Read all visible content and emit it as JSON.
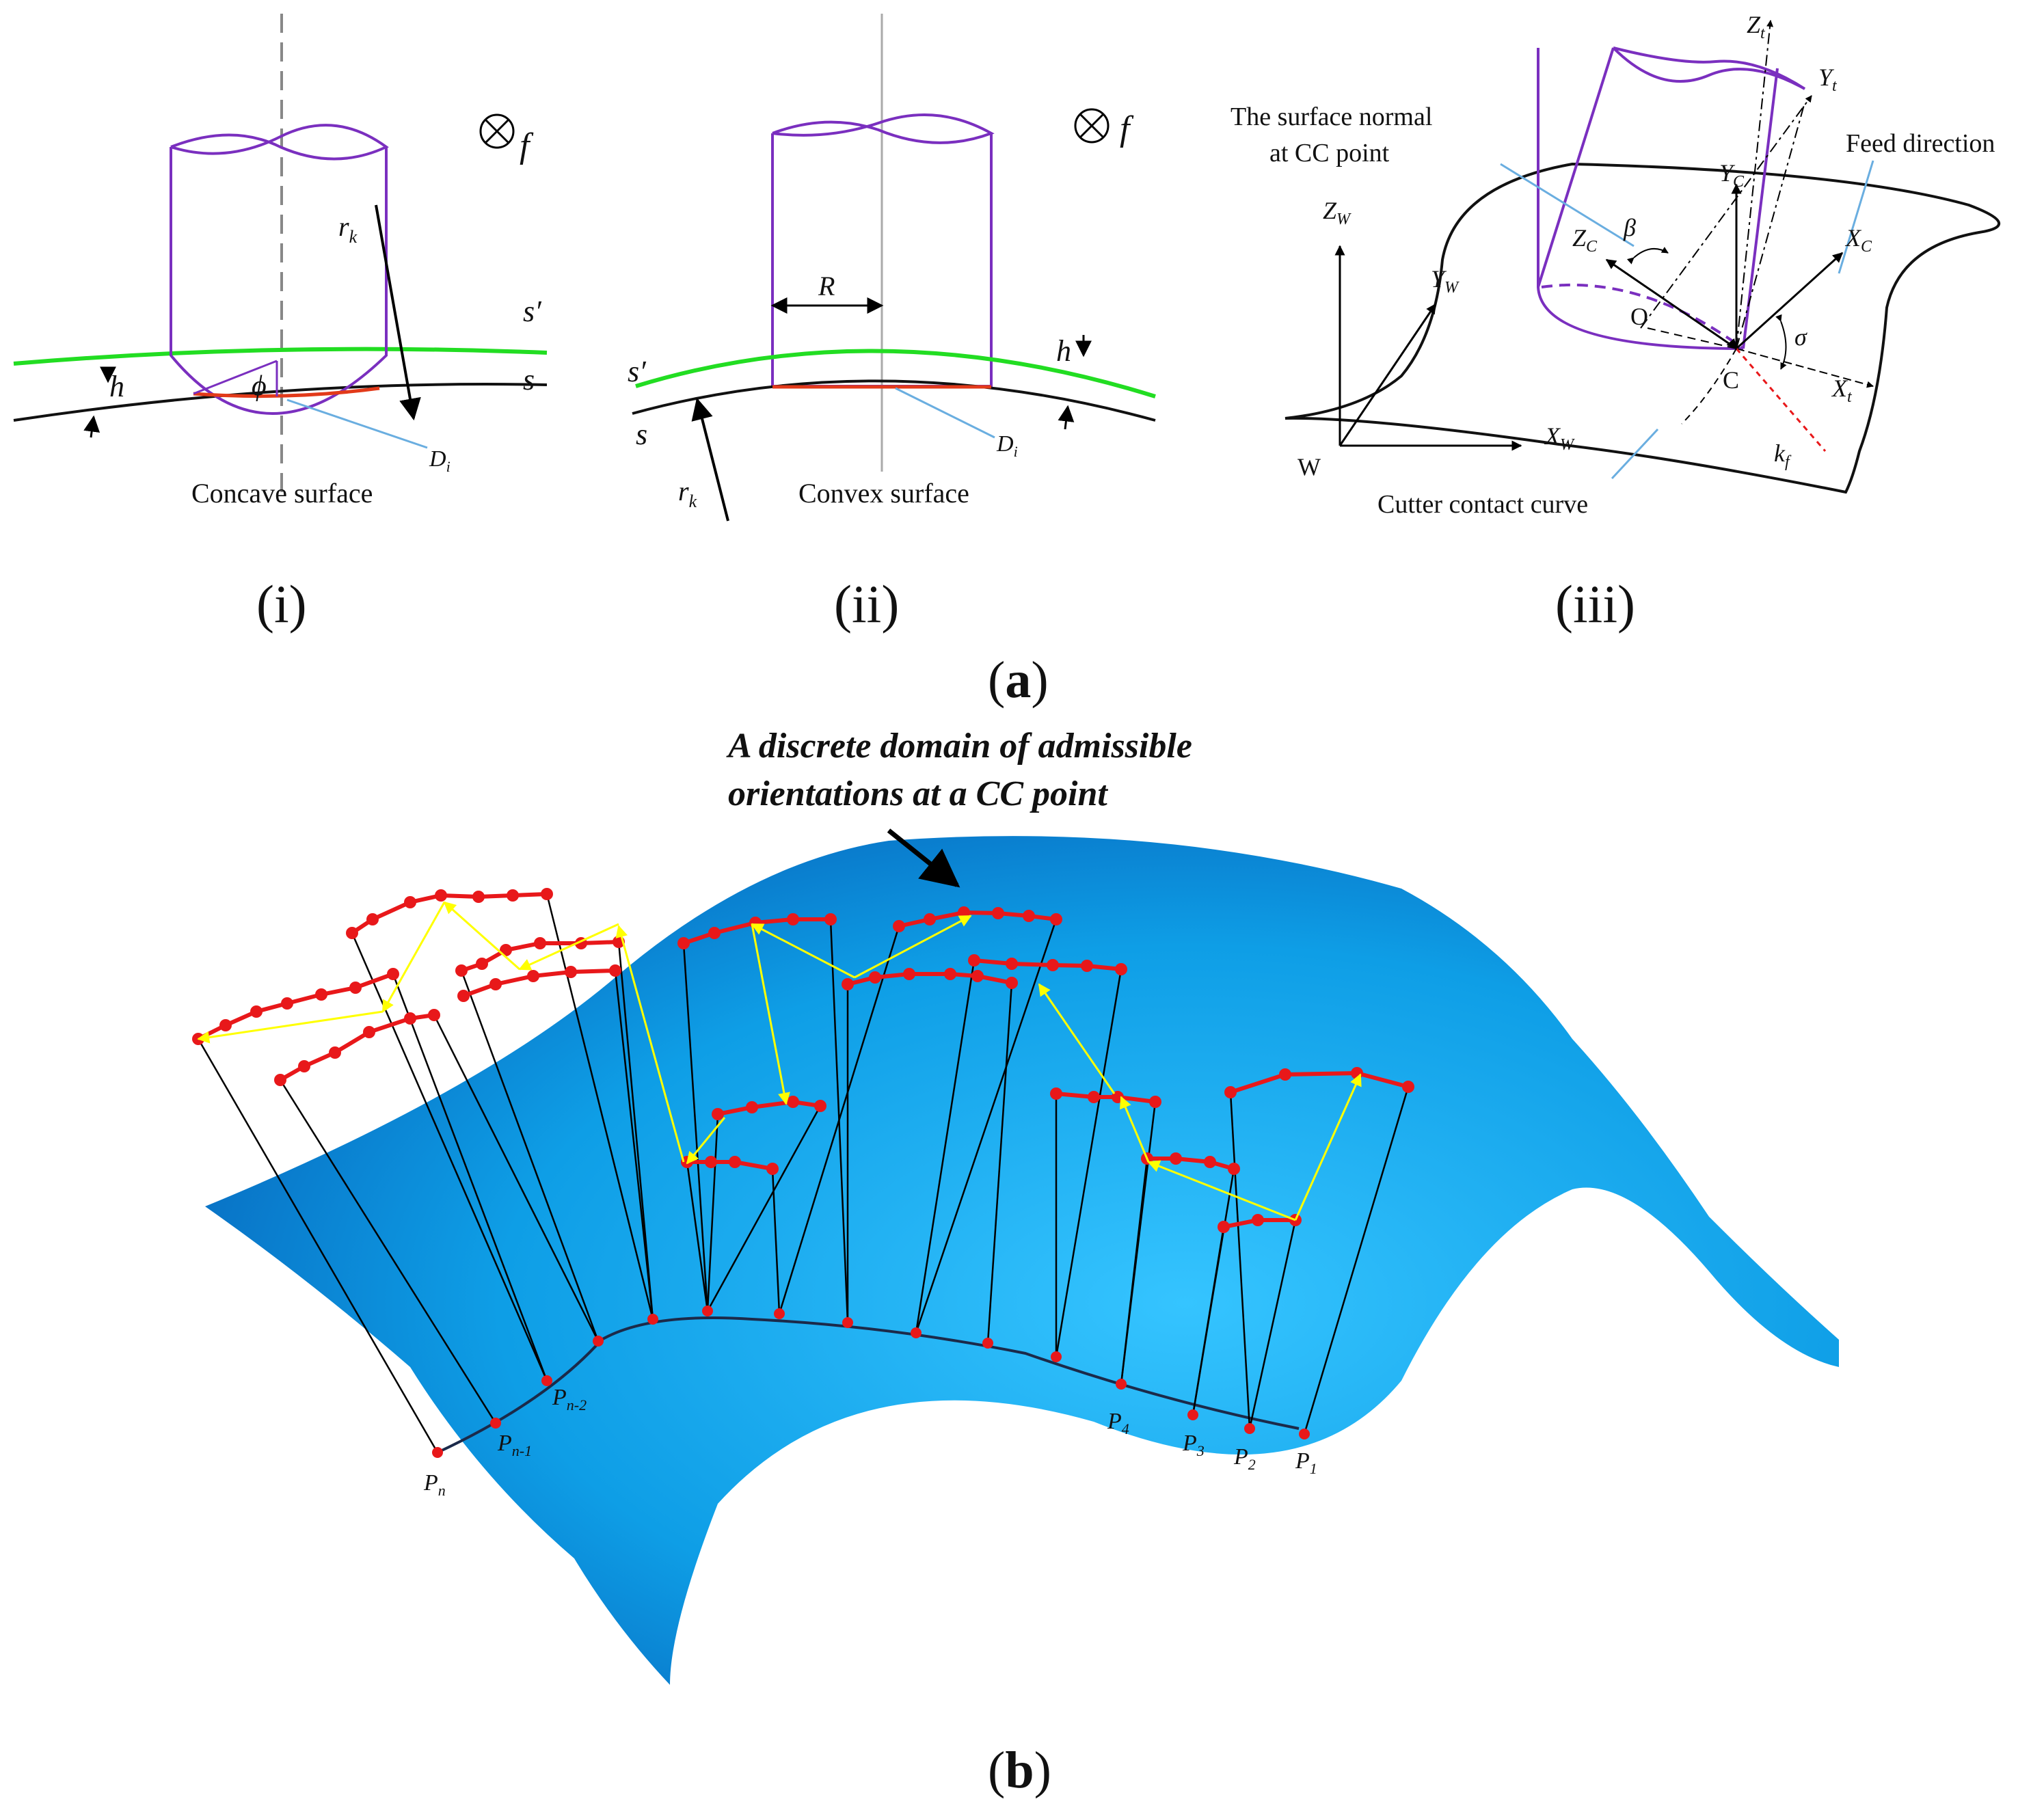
{
  "panel_a": {
    "caption": "a",
    "sub_i": {
      "roman": "(i)",
      "label": "Concave surface",
      "symbols": {
        "feed": "f",
        "radius": "r",
        "radius_sub": "k",
        "h": "h",
        "phi": "ϕ",
        "s_prime": "s′",
        "s": "s",
        "d": "D",
        "d_sub": "i"
      }
    },
    "sub_ii": {
      "roman": "(ii)",
      "label": "Convex surface",
      "symbols": {
        "feed": "f",
        "R": "R",
        "radius": "r",
        "radius_sub": "k",
        "h": "h",
        "s_prime": "s′",
        "s": "s",
        "d": "D",
        "d_sub": "i"
      }
    },
    "sub_iii": {
      "roman": "(iii)",
      "normal_label_1": "The surface normal",
      "normal_label_2": "at CC point",
      "feed_direction": "Feed direction",
      "contact_curve": "Cutter contact curve",
      "symbols": {
        "Z": "Z",
        "Y": "Y",
        "X": "X",
        "t": "t",
        "C": "C",
        "W": "W",
        "beta": "β",
        "sigma": "σ",
        "O": "O",
        "Cpt": "C",
        "Wpt": "W",
        "k": "k",
        "k_sub": "f"
      }
    }
  },
  "panel_b": {
    "caption": "b",
    "annotation_1": "A discrete domain of admissible",
    "annotation_2": "orientations at a CC point",
    "points": [
      {
        "main": "P",
        "sub": "n"
      },
      {
        "main": "P",
        "sub": "n-1"
      },
      {
        "main": "P",
        "sub": "n-2"
      },
      {
        "main": "P",
        "sub": "4"
      },
      {
        "main": "P",
        "sub": "3"
      },
      {
        "main": "P",
        "sub": "2"
      },
      {
        "main": "P",
        "sub": "1"
      }
    ]
  },
  "colors": {
    "tool": "#7a2fbf",
    "offset_curve": "#22dd22",
    "contact": "#e23a1a",
    "dot": "#e8181a",
    "arrow": "#ffff00",
    "surface": "#1aa7ea",
    "leader": "#6aaee0"
  }
}
